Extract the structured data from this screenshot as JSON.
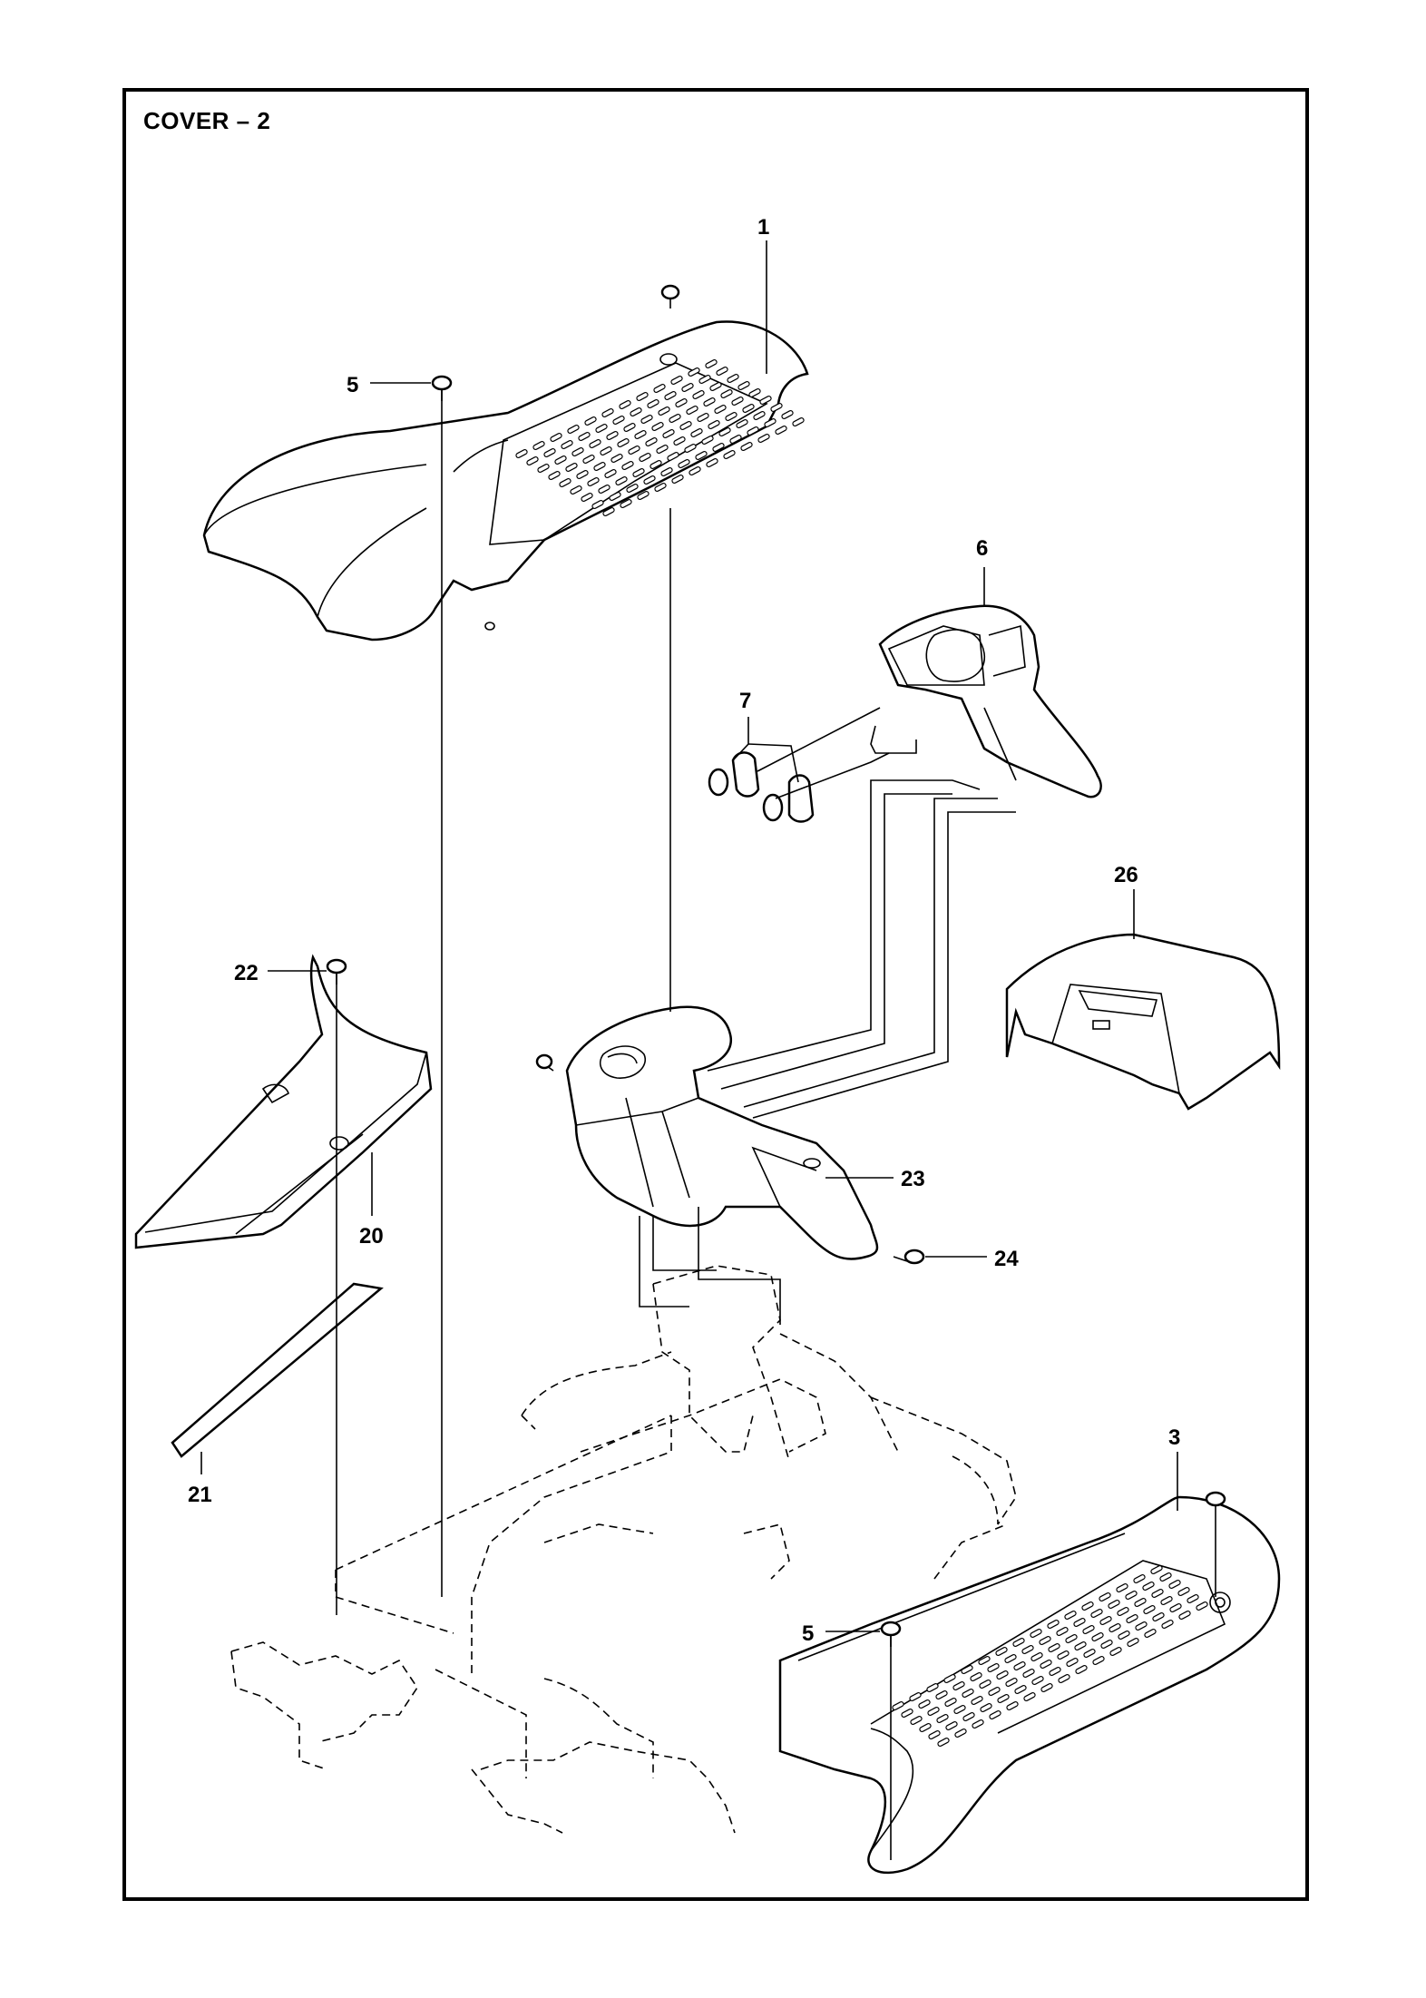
{
  "title": "COVER – 2",
  "callouts": [
    {
      "id": "c1",
      "label": "1"
    },
    {
      "id": "c5a",
      "label": "5"
    },
    {
      "id": "c6",
      "label": "6"
    },
    {
      "id": "c7",
      "label": "7"
    },
    {
      "id": "c26",
      "label": "26"
    },
    {
      "id": "c22",
      "label": "22"
    },
    {
      "id": "c20",
      "label": "20"
    },
    {
      "id": "c23",
      "label": "23"
    },
    {
      "id": "c24",
      "label": "24"
    },
    {
      "id": "c21",
      "label": "21"
    },
    {
      "id": "c3",
      "label": "3"
    },
    {
      "id": "c5b",
      "label": "5"
    }
  ]
}
